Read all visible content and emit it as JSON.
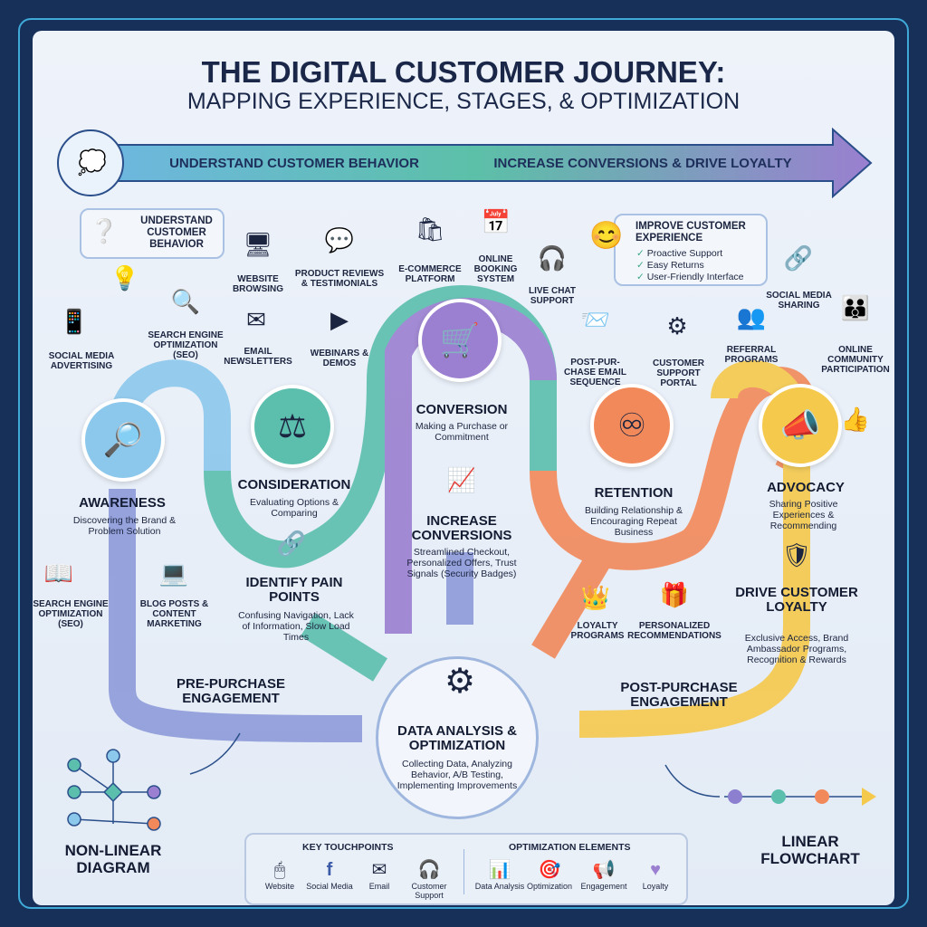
{
  "title": {
    "line1": "THE DIGITAL CUSTOMER JOURNEY:",
    "line2": "MAPPING EXPERIENCE, STAGES, & OPTIMIZATION"
  },
  "banner": {
    "left": "UNDERSTAND CUSTOMER BEHAVIOR",
    "right": "INCREASE CONVERSIONS & DRIVE LOYALTY"
  },
  "bubble_behavior": "UNDERSTAND CUSTOMER BEHAVIOR",
  "touchpoints": {
    "social_ads": "SOCIAL MEDIA ADVERTISING",
    "seo_top": "SEARCH ENGINE OPTIMIZATION (SEO)",
    "website": "WEBSITE BROWSING",
    "reviews": "PRODUCT REVIEWS & TESTIMONIALS",
    "email": "EMAIL NEWSLETTERS",
    "webinars": "WEBINARS & DEMOS",
    "ecommerce": "E-COMMERCE PLATFORM",
    "booking": "ONLINE BOOKING SYSTEM",
    "chat": "LIVE CHAT SUPPORT",
    "post_email": "POST-PUR-CHASE EMAIL SEQUENCE",
    "portal": "CUSTOMER SUPPORT PORTAL",
    "referral": "REFERRAL PROGRAMS",
    "social_share": "SOCIAL MEDIA SHARING",
    "community": "ONLINE COMMUNITY PARTICIPATION",
    "seo_bottom": "SEARCH ENGINE OPTIMIZATION (SEO)",
    "blog": "BLOG POSTS & CONTENT MARKETING",
    "loyalty": "LOYALTY PROGRAMS",
    "personalized": "PERSONALIZED RECOMMENDATIONS"
  },
  "improve": {
    "title": "IMPROVE CUSTOMER EXPERIENCE",
    "items": [
      "Proactive Support",
      "Easy Returns",
      "User-Friendly Interface"
    ]
  },
  "stages": [
    {
      "name": "AWARENESS",
      "desc": "Discovering the Brand & Problem Solution",
      "color": "#8cc8ec"
    },
    {
      "name": "CONSIDERATION",
      "desc": "Evaluating Options & Comparing",
      "color": "#5cbfae"
    },
    {
      "name": "CONVERSION",
      "desc": "Making a Purchase or Commitment",
      "color": "#9b7fd0"
    },
    {
      "name": "RETENTION",
      "desc": "Building Relationship & Encouraging Repeat Business",
      "color": "#f2895a"
    },
    {
      "name": "ADVOCACY",
      "desc": "Sharing Positive Experiences & Recommending",
      "color": "#f5c94c"
    }
  ],
  "pain": {
    "title": "IDENTIFY PAIN POINTS",
    "desc": "Confusing Navigation, Lack of Information, Slow Load Times"
  },
  "increase": {
    "title": "INCREASE CONVERSIONS",
    "desc": "Streamlined Checkout, Personalized Offers, Trust Signals (Security Badges)"
  },
  "drive": {
    "title": "DRIVE CUSTOMER LOYALTY",
    "desc": "Exclusive Access, Brand Ambassador Programs, Recognition & Rewards"
  },
  "pre": "PRE-PURCHASE ENGAGEMENT",
  "post": "POST-PURCHASE ENGAGEMENT",
  "data": {
    "title": "DATA ANALYSIS & OPTIMIZATION",
    "desc": "Collecting Data, Analyzing Behavior, A/B Testing, Implementing Improvements"
  },
  "nonlinear": "NON-LINEAR DIAGRAM",
  "linear": "LINEAR FLOWCHART",
  "legend": {
    "touch_title": "KEY TOUCHPOINTS",
    "touch": [
      "Website",
      "Social Media",
      "Email",
      "Customer Support"
    ],
    "opt_title": "OPTIMIZATION ELEMENTS",
    "opt": [
      "Data Analysis",
      "Optimization",
      "Engagement",
      "Loyalty"
    ]
  }
}
